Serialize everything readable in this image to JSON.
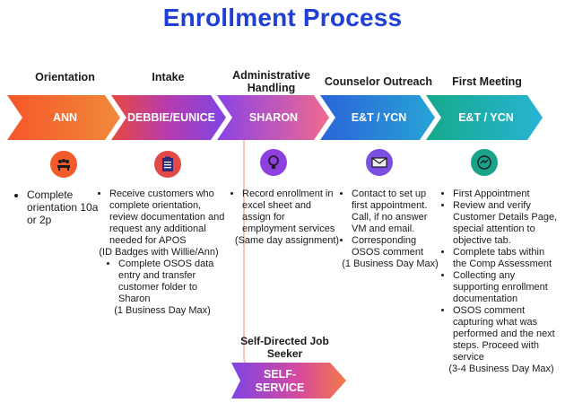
{
  "title": "Enrollment Process",
  "stages": [
    {
      "heading": "Orientation",
      "label": "ANN",
      "icon": "meeting-people-icon",
      "color": "#f25c2a"
    },
    {
      "heading": "Intake",
      "label": "DEBBIE/EUNICE",
      "icon": "clipboard-icon",
      "color": "#c2379a"
    },
    {
      "heading": "Administrative Handling",
      "label": "SHARON",
      "icon": "lightbulb-icon",
      "color": "#8e3fe0"
    },
    {
      "heading": "Counselor Outreach",
      "label": "E&T / YCN",
      "icon": "envelope-icon",
      "color": "#2a74d8"
    },
    {
      "heading": "First Meeting",
      "label": "E&T / YCN",
      "icon": "handshake-icon",
      "color": "#1aa58b"
    }
  ],
  "columns": {
    "orientation": {
      "items": [
        "Complete orientation 10a or 2p"
      ]
    },
    "intake": {
      "items": [
        "Receive customers who complete orientation, review documentation and request any additional needed for APOS"
      ],
      "note1": "(ID Badges with Willie/Ann)",
      "items2": [
        "Complete OSOS data entry and transfer customer folder to Sharon"
      ],
      "note2": "(1 Business Day Max)"
    },
    "admin": {
      "items": [
        "Record enrollment in excel sheet and assign for employment services"
      ],
      "note": "(Same day assignment)"
    },
    "outreach": {
      "items": [
        "Contact to set up first appointment. Call, if no answer VM and email.",
        "Corresponding OSOS comment"
      ],
      "note": "(1 Business Day Max)"
    },
    "meeting": {
      "items": [
        "First Appointment",
        "Review and verify Customer Details Page, special attention to objective tab.",
        "Complete tabs within the Comp Assessment",
        "Collecting any supporting enrollment documentation",
        "OSOS comment capturing what was performed and the next steps. Proceed with service"
      ],
      "note": "(3-4 Business Day Max)"
    }
  },
  "self_directed": {
    "heading": "Self-Directed Job Seeker",
    "label": "SELF-SERVICE"
  }
}
